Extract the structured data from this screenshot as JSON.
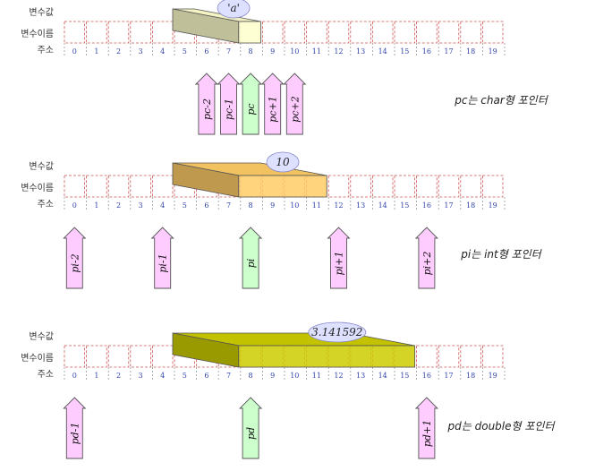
{
  "row_labels": {
    "value": "변수값",
    "name": "변수이름",
    "address": "주소"
  },
  "addresses": [
    "0",
    "1",
    "2",
    "3",
    "4",
    "5",
    "6",
    "7",
    "8",
    "9",
    "10",
    "11",
    "12",
    "13",
    "14",
    "15",
    "16",
    "17",
    "18",
    "19"
  ],
  "panels": [
    {
      "caption": "pc는 char형 포인터",
      "value_text": "'a'",
      "block_start": 8,
      "block_len": 1,
      "block_color": "#ffffcc",
      "pointers": [
        {
          "label": "pc-2",
          "addr": 6,
          "color": "#ffccff"
        },
        {
          "label": "pc-1",
          "addr": 7,
          "color": "#ffccff"
        },
        {
          "label": "pc",
          "addr": 8,
          "color": "#ccffcc"
        },
        {
          "label": "pc+1",
          "addr": 9,
          "color": "#ffccff"
        },
        {
          "label": "pc+2",
          "addr": 10,
          "color": "#ffccff"
        }
      ]
    },
    {
      "caption": "pi는 int형 포인터",
      "value_text": "10",
      "block_start": 8,
      "block_len": 4,
      "block_color": "#ffcc66",
      "pointers": [
        {
          "label": "pi-2",
          "addr": 0,
          "color": "#ffccff"
        },
        {
          "label": "pi-1",
          "addr": 4,
          "color": "#ffccff"
        },
        {
          "label": "pi",
          "addr": 8,
          "color": "#ccffcc"
        },
        {
          "label": "pi+1",
          "addr": 12,
          "color": "#ffccff"
        },
        {
          "label": "pi+2",
          "addr": 16,
          "color": "#ffccff"
        }
      ]
    },
    {
      "caption": "pd는 double형 포인터",
      "value_text": "3.141592",
      "block_start": 8,
      "block_len": 8,
      "block_color": "#cccc00",
      "pointers": [
        {
          "label": "pd-1",
          "addr": 0,
          "color": "#ffccff"
        },
        {
          "label": "pd",
          "addr": 8,
          "color": "#ccffcc"
        },
        {
          "label": "pd+1",
          "addr": 16,
          "color": "#ffccff"
        }
      ]
    }
  ]
}
